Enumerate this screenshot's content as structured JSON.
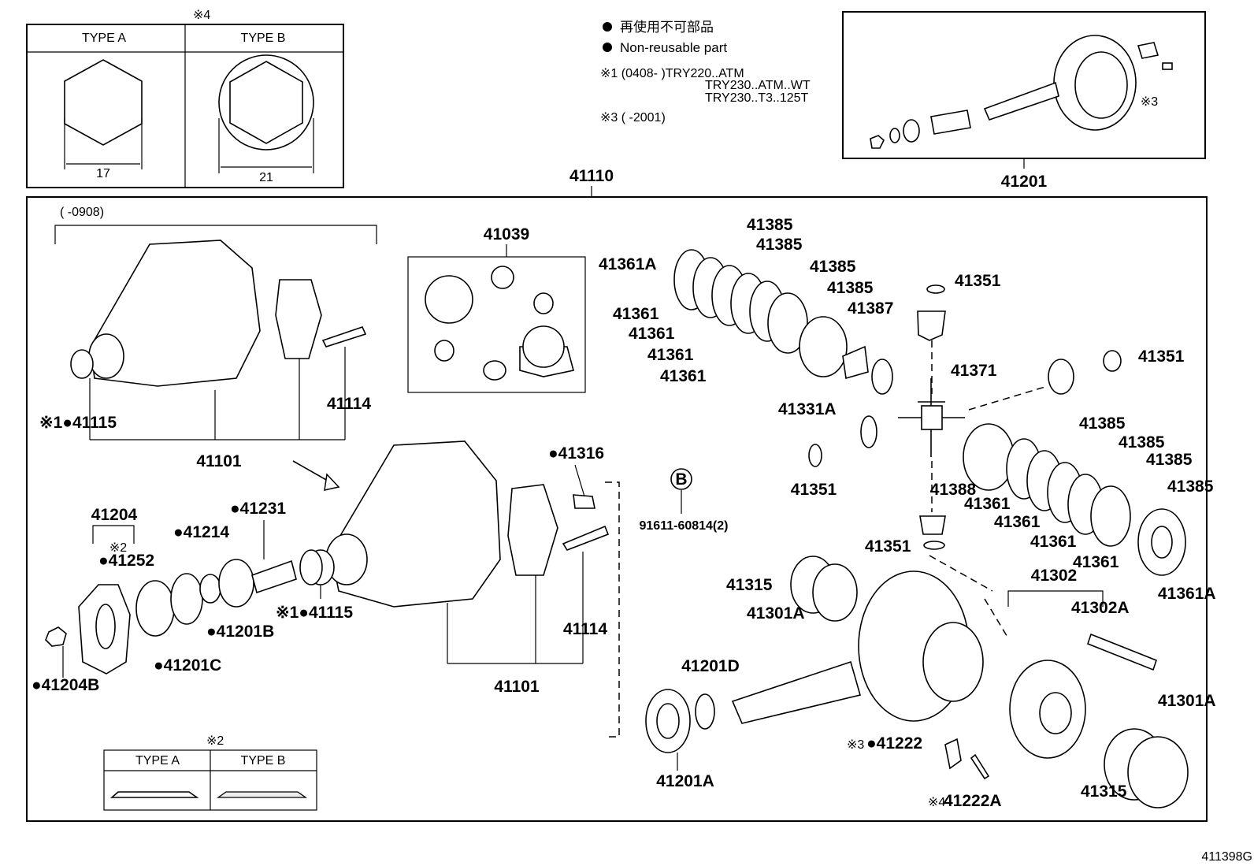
{
  "nut_table": {
    "note": "※4",
    "type_a": "TYPE A",
    "type_b": "TYPE B",
    "size_a": "17",
    "size_b": "21"
  },
  "washer_table": {
    "note": "※2",
    "type_a": "TYPE A",
    "type_b": "TYPE B"
  },
  "legend": {
    "line_jp": "再使用不可部品",
    "line_en": "Non-reusable part",
    "note1_line1": "※1 (0408-     )TRY220..ATM",
    "note1_line2": "TRY230..ATM..WT",
    "note1_line3": "TRY230..T3..125T",
    "note3": "※3 (       -2001)"
  },
  "inset": {
    "note_marker": "※3"
  },
  "carrier_early": {
    "date_note": "(      -0908)"
  },
  "labels": {
    "p41201": "41201",
    "p41110": "41110",
    "p41039": "41039",
    "p41115_a": "※1●41115",
    "p41115_b": "※1●41115",
    "p41114_a": "41114",
    "p41114_b": "41114",
    "p41101_a": "41101",
    "p41101_b": "41101",
    "p41316": "●41316",
    "ref_b": "B",
    "p91611": "91611-60814(2)",
    "p41204": "41204",
    "note2_marker": "※2",
    "p41252": "●41252",
    "p41214": "●41214",
    "p41231": "●41231",
    "p41201b": "●41201B",
    "p41201c": "●41201C",
    "p41204b": "●41204B",
    "p41361a_a": "41361A",
    "p41361a_b": "41361A",
    "p41361": "41361",
    "p41385": "41385",
    "p41387": "41387",
    "p41331a": "41331A",
    "p41351": "41351",
    "p41371": "41371",
    "p41388": "41388",
    "p41302": "41302",
    "p41302a": "41302A",
    "p41315": "41315",
    "p41301a": "41301A",
    "p41201d": "41201D",
    "p41201a": "41201A",
    "note3_marker": "※3",
    "p41222": "●41222",
    "note4_marker": "※4",
    "p41222a": "41222A"
  },
  "figure_code": "411398G"
}
